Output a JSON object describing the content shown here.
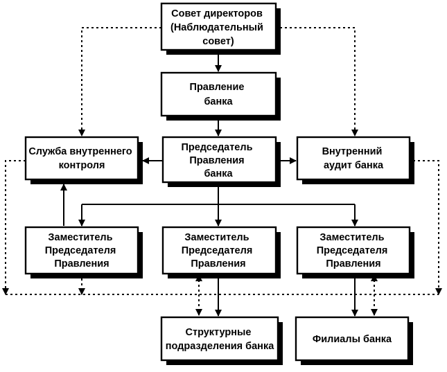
{
  "nodes": {
    "board_of_directors": [
      "Совет директоров",
      "(Наблюдательный",
      "совет)"
    ],
    "bank_management": [
      "Правление",
      "банка"
    ],
    "internal_control": [
      "Служба внутреннего",
      "контроля"
    ],
    "chairman": [
      "Председатель",
      "Правления",
      "банка"
    ],
    "internal_audit": [
      "Внутренний",
      "аудит банка"
    ],
    "deputy_left": [
      "Заместитель",
      "Председателя",
      "Правления"
    ],
    "deputy_center": [
      "Заместитель",
      "Председателя",
      "Правления"
    ],
    "deputy_right": [
      "Заместитель",
      "Председателя",
      "Правления"
    ],
    "structural_units": [
      "Структурные",
      "подразделения банка"
    ],
    "branches": [
      "Филиалы банка"
    ]
  }
}
